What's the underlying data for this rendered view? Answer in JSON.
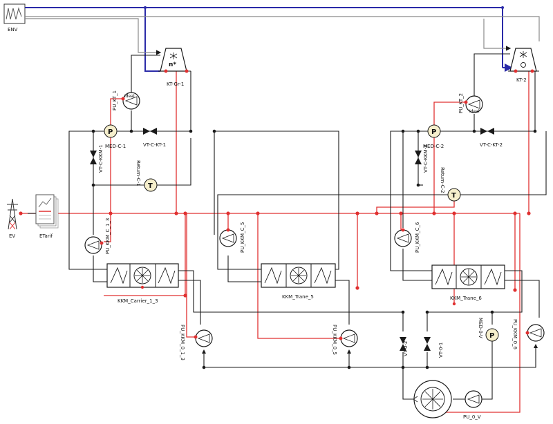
{
  "colors": {
    "pipe": "#1a1a1a",
    "electric": "#e03030",
    "signal": "#2a2aa8",
    "env_link": "#8a8a8a",
    "node": "#1a1a1a",
    "node_red": "#e03030",
    "sensor_fill": "#f6efcc",
    "background": "#ffffff"
  },
  "components": {
    "env": "ENV",
    "ev": "EV",
    "etarif": "ETarif",
    "kt_gr_1": "KT-Gr-1",
    "kt_2": "KT-2",
    "pu_kt_1": "PU_KT_1",
    "pu_kt_2": "PU_KT_2",
    "med_c_1": "MED-C-1",
    "med_c_2": "MED-C-2",
    "vt_c_kt_1": "VT-C-KT-1",
    "vt_c_kt_2": "VT-C-KT-2",
    "vt_c_kkm_1": "VT-C-KKM-1",
    "vt_c_kkm_2": "VT-C-KKM-2",
    "return_c_1": "Return-C-1",
    "return_c_2": "Return-C-2",
    "pu_kkm_c_1_3": "PU_KKM_C_1_3",
    "pu_kkm_c_5": "PU_KKM_C_5",
    "pu_kkm_c_6": "PU_KKM_C_6",
    "kkm_carrier_1_3": "KKM_Carrier_1_3",
    "kkm_trane_5": "KKM_Trane_5",
    "kkm_trane_6": "KKM_Trane_6",
    "pu_kkm_0_1_3": "PU_KKM_0_1_3",
    "pu_kkm_0_5": "PU_KKM_0_5",
    "pu_kkm_0_6": "PU_KKM_0_6",
    "vt_0_2": "VT-0-2",
    "vt_0_1": "VT-0-1",
    "med_0_v": "MED-0-V",
    "pu_0_v": "PU_0_V",
    "fan_text": "n*",
    "pressure_symbol": "P",
    "temp_symbol": "T",
    "ideal": "Ideal"
  }
}
